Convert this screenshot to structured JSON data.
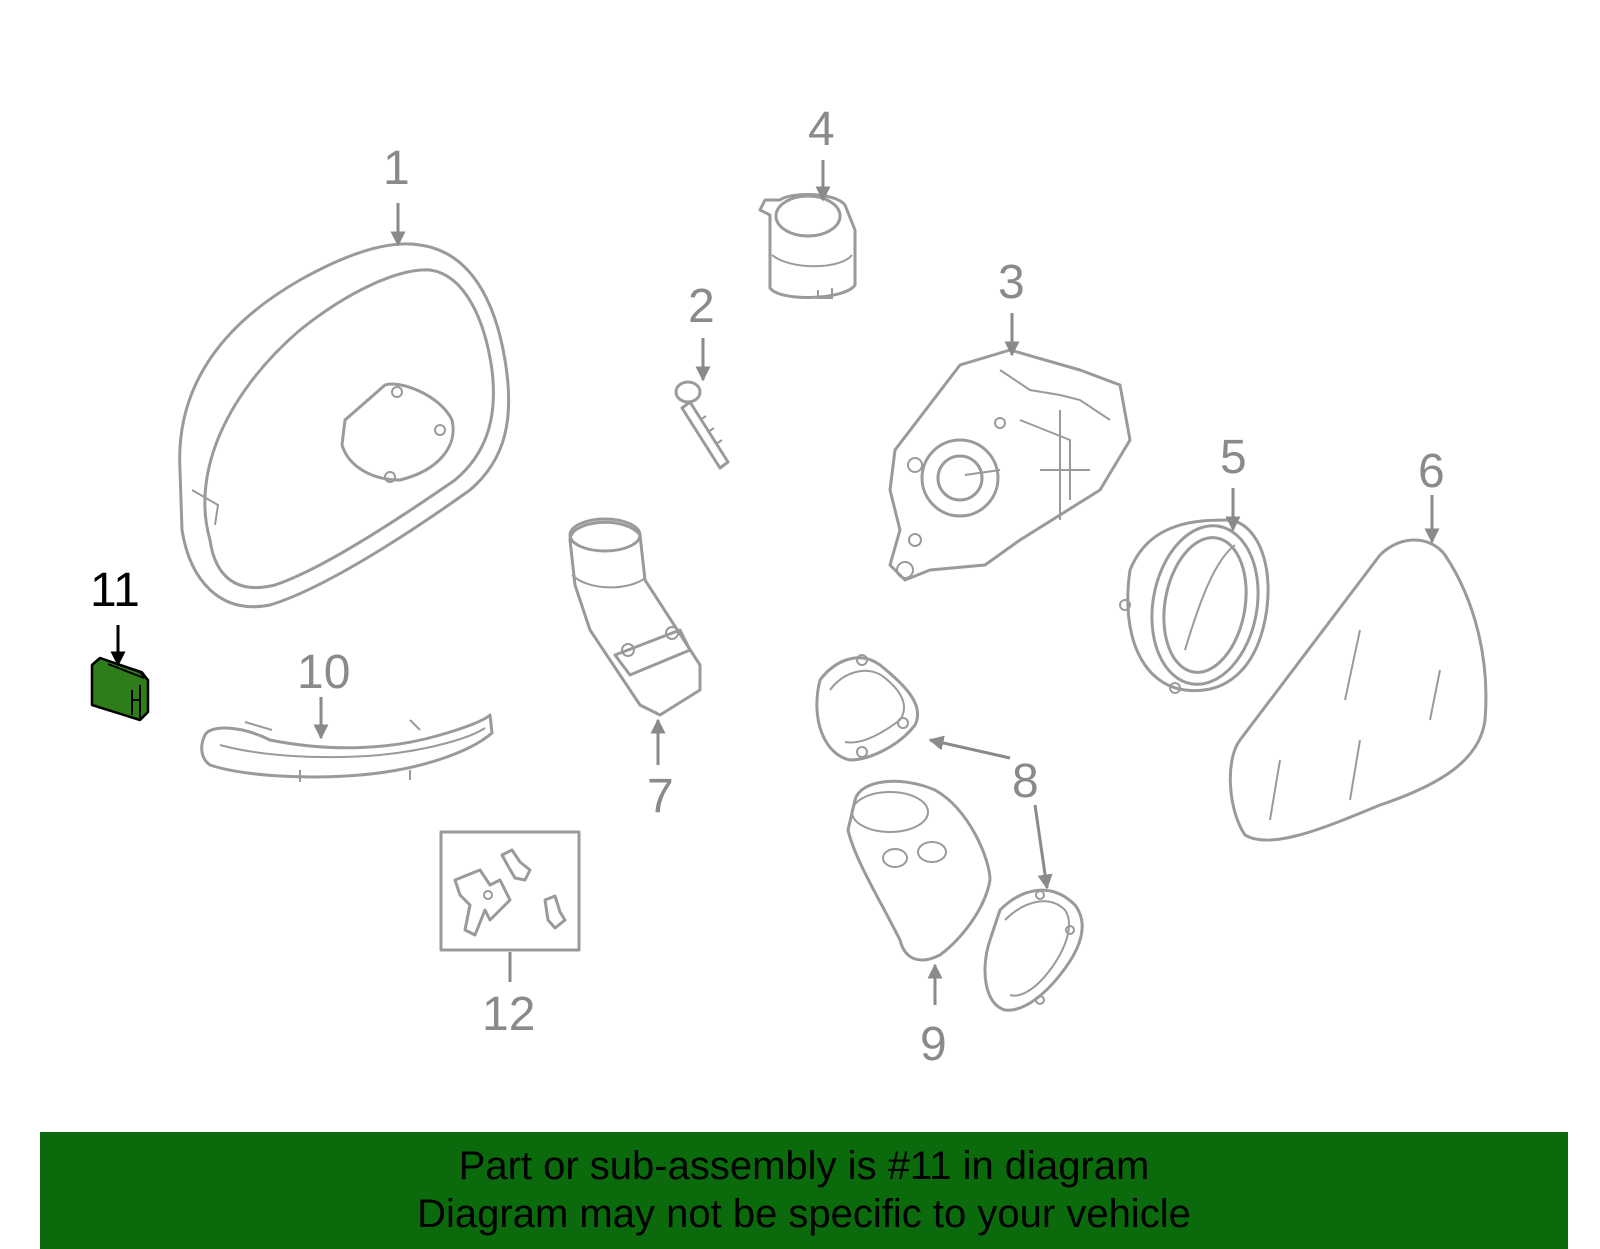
{
  "callouts": {
    "c1": "1",
    "c2": "2",
    "c3": "3",
    "c4": "4",
    "c5": "5",
    "c6": "6",
    "c7": "7",
    "c8": "8",
    "c9": "9",
    "c10": "10",
    "c11": "11",
    "c12": "12"
  },
  "highlight_part": "11",
  "colors": {
    "highlight": "#2f7d1a",
    "banner": "#0b6a0b",
    "line_art": "#9a9a9a"
  },
  "banner": {
    "line1": "Part or sub-assembly is #11 in diagram",
    "line2": "Diagram may not be specific to your vehicle"
  }
}
